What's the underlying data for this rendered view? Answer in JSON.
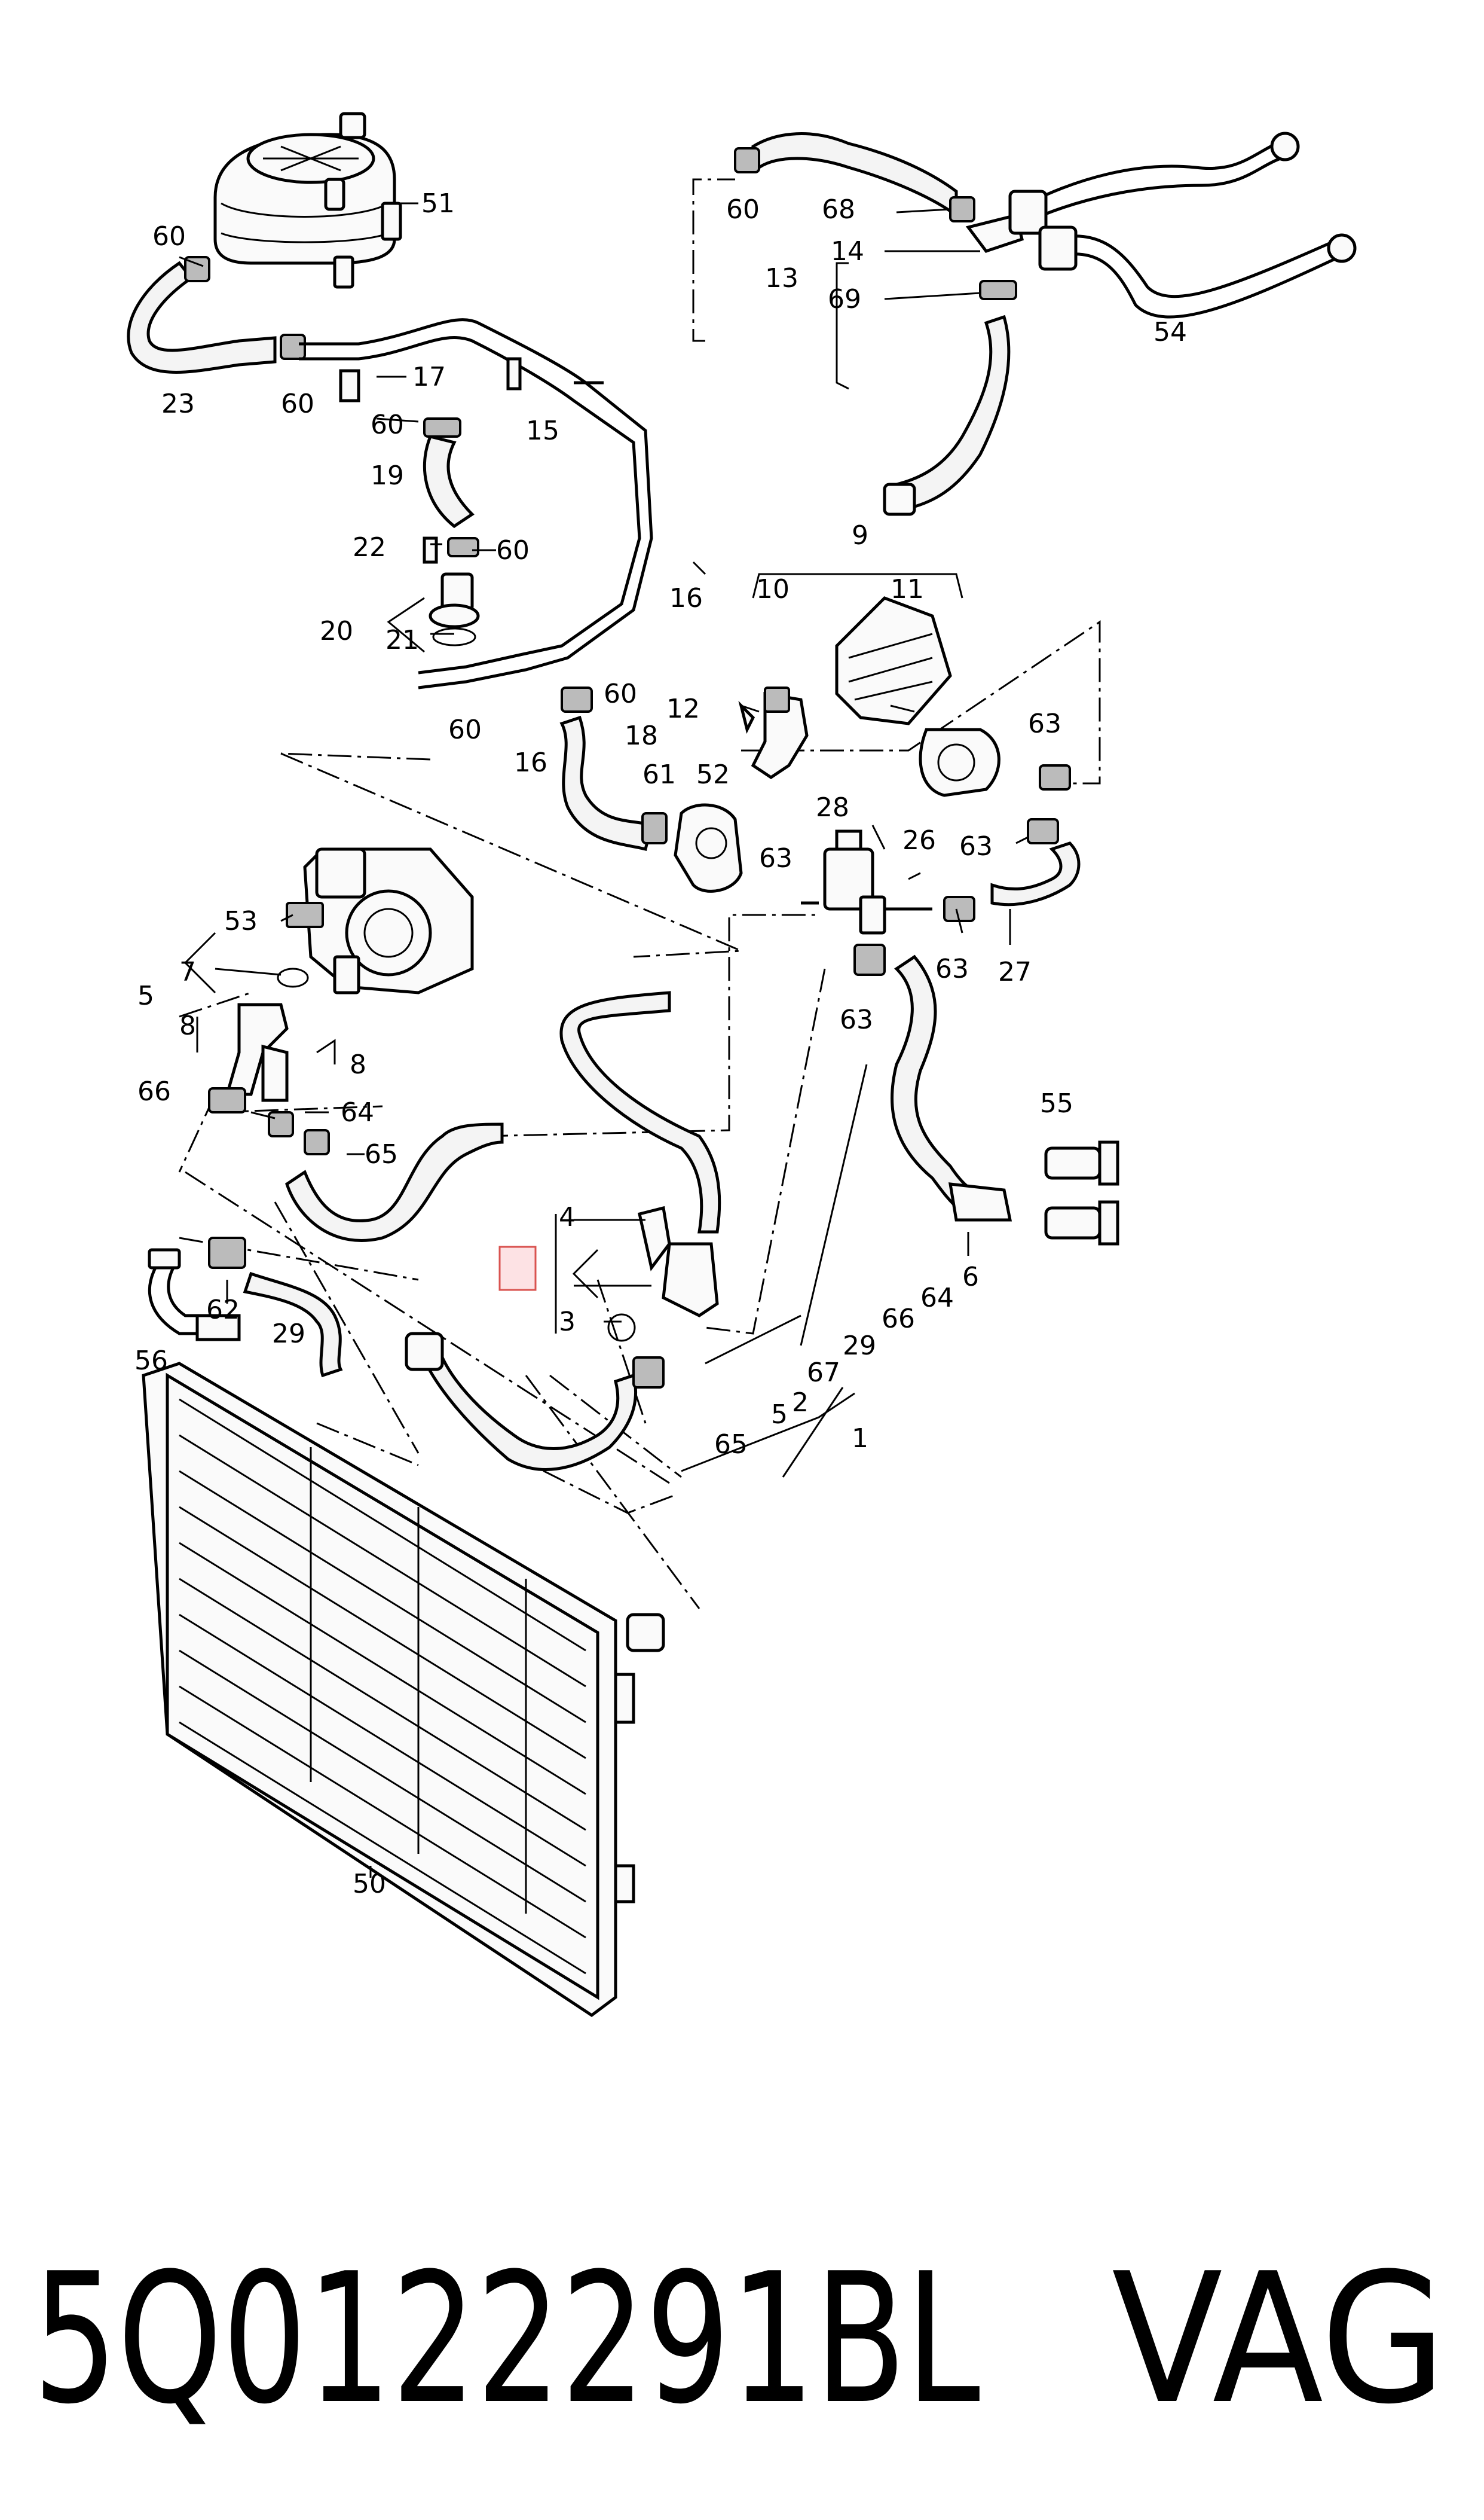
{
  "diagram": {
    "highlighted_callout": "2",
    "callouts": [
      {
        "id": "c51",
        "text": "51"
      },
      {
        "id": "c60a",
        "text": "60"
      },
      {
        "id": "c60b",
        "text": "60"
      },
      {
        "id": "c23",
        "text": "23"
      },
      {
        "id": "c60c",
        "text": "60"
      },
      {
        "id": "c17",
        "text": "17"
      },
      {
        "id": "c60d",
        "text": "60"
      },
      {
        "id": "c15",
        "text": "15"
      },
      {
        "id": "c19",
        "text": "19"
      },
      {
        "id": "c22",
        "text": "22"
      },
      {
        "id": "c60e",
        "text": "60"
      },
      {
        "id": "c20",
        "text": "20"
      },
      {
        "id": "c21",
        "text": "21"
      },
      {
        "id": "c16a",
        "text": "16"
      },
      {
        "id": "c60f",
        "text": "60"
      },
      {
        "id": "c60g",
        "text": "60"
      },
      {
        "id": "c16b",
        "text": "16"
      },
      {
        "id": "c18",
        "text": "18"
      },
      {
        "id": "c68",
        "text": "68"
      },
      {
        "id": "c14",
        "text": "14"
      },
      {
        "id": "c13",
        "text": "13"
      },
      {
        "id": "c69",
        "text": "69"
      },
      {
        "id": "c54",
        "text": "54"
      },
      {
        "id": "c9",
        "text": "9"
      },
      {
        "id": "c10",
        "text": "10"
      },
      {
        "id": "c11",
        "text": "11"
      },
      {
        "id": "c12",
        "text": "12"
      },
      {
        "id": "c63a",
        "text": "63"
      },
      {
        "id": "c61",
        "text": "61"
      },
      {
        "id": "c52",
        "text": "52"
      },
      {
        "id": "c28",
        "text": "28"
      },
      {
        "id": "c26",
        "text": "26"
      },
      {
        "id": "c63b",
        "text": "63"
      },
      {
        "id": "c63c",
        "text": "63"
      },
      {
        "id": "c63d",
        "text": "63"
      },
      {
        "id": "c27",
        "text": "27"
      },
      {
        "id": "c63e",
        "text": "63"
      },
      {
        "id": "c53",
        "text": "53"
      },
      {
        "id": "c7",
        "text": "7"
      },
      {
        "id": "c5a",
        "text": "5"
      },
      {
        "id": "c8a",
        "text": "8"
      },
      {
        "id": "c8b",
        "text": "8"
      },
      {
        "id": "c66a",
        "text": "66"
      },
      {
        "id": "c64a",
        "text": "64"
      },
      {
        "id": "c65a",
        "text": "65"
      },
      {
        "id": "c55",
        "text": "55"
      },
      {
        "id": "c4",
        "text": "4"
      },
      {
        "id": "c2",
        "text": "2"
      },
      {
        "id": "c3",
        "text": "3"
      },
      {
        "id": "c62",
        "text": "62"
      },
      {
        "id": "c29a",
        "text": "29"
      },
      {
        "id": "c56",
        "text": "56"
      },
      {
        "id": "c6",
        "text": "6"
      },
      {
        "id": "c64b",
        "text": "64"
      },
      {
        "id": "c66b",
        "text": "66"
      },
      {
        "id": "c29b",
        "text": "29"
      },
      {
        "id": "c67",
        "text": "67"
      },
      {
        "id": "c2b",
        "text": "2"
      },
      {
        "id": "c5b",
        "text": "5"
      },
      {
        "id": "c1",
        "text": "1"
      },
      {
        "id": "c65b",
        "text": "65"
      },
      {
        "id": "c50",
        "text": "50"
      }
    ]
  },
  "footer": {
    "part_number": "5Q0122291BL",
    "brand": "VAG"
  }
}
